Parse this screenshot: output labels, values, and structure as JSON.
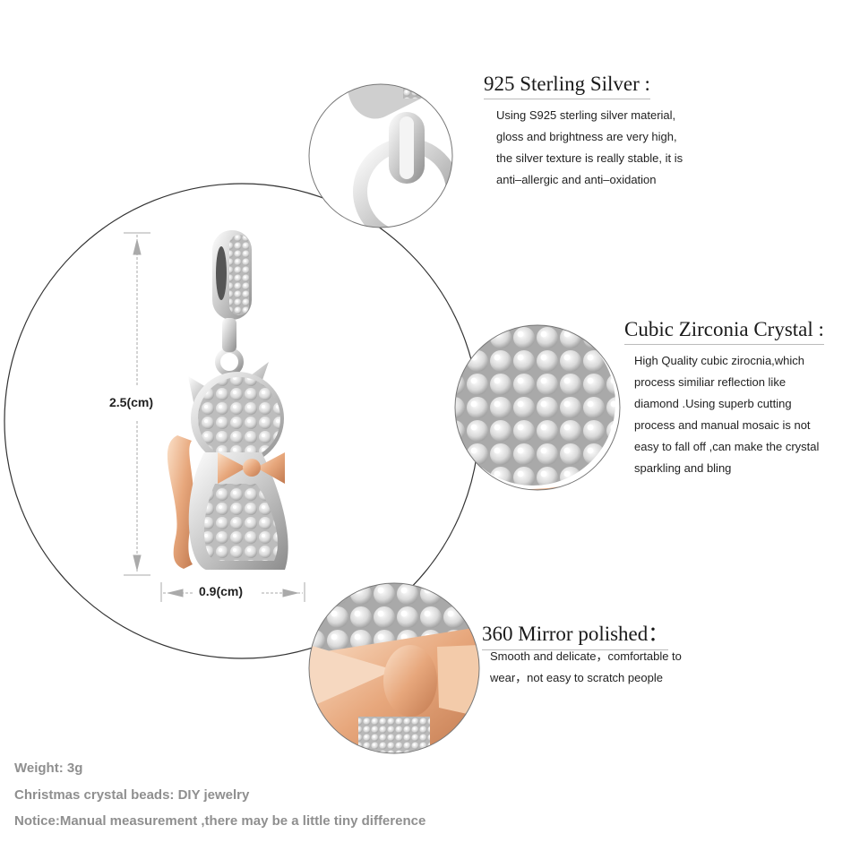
{
  "features": [
    {
      "title": "925  Sterling Silver :",
      "lines": [
        "Using S925 sterling silver material,",
        "gloss and brightness are very high,",
        "the silver texture is really stable, it is",
        "anti–allergic and anti–oxidation"
      ]
    },
    {
      "title": "Cubic Zirconia Crystal :",
      "lines": [
        "High Quality cubic zirocnia,which",
        "process similiar reflection like",
        "diamond .Using superb cutting",
        "process and manual mosaic is not",
        "easy to fall off ,can make the crystal",
        "sparkling and bling"
      ]
    },
    {
      "title": "360 Mirror polished：",
      "lines": [
        "Smooth and delicate，comfortable to",
        "wear，not easy to scratch people"
      ]
    }
  ],
  "dimensions": {
    "height": "2.5(cm)",
    "width": "0.9(cm)"
  },
  "footer": {
    "weight": "Weight: 3g",
    "category": "Christmas crystal beads: DIY jewelry",
    "notice": "Notice:Manual measurement ,there may be a little tiny  difference"
  },
  "colors": {
    "silver": "#d8d8d8",
    "rose_gold": "#e7a77c",
    "text": "#222222",
    "footer_text": "#8f8f8f"
  }
}
